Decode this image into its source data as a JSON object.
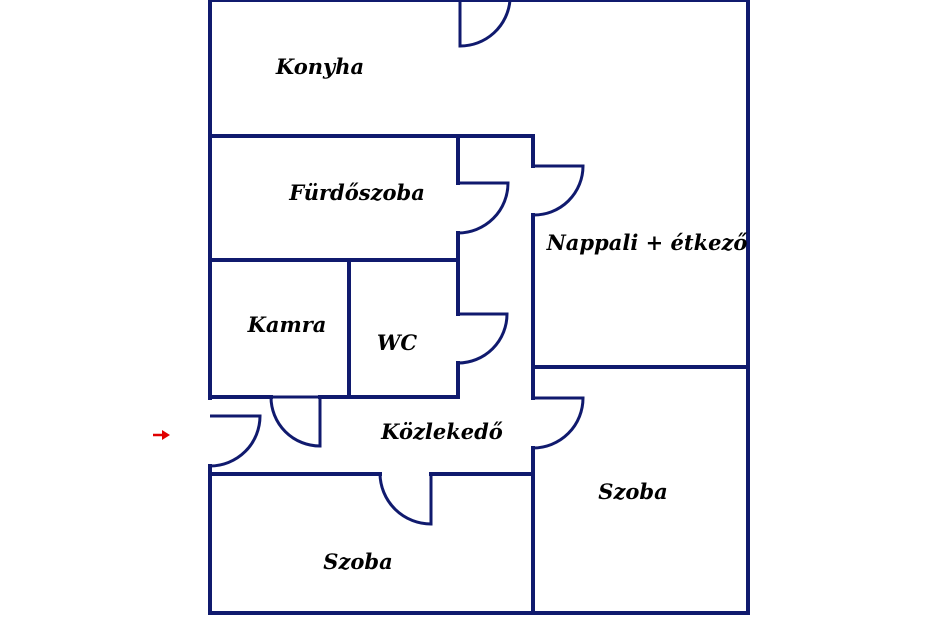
{
  "colors": {
    "wall": "#101a6e",
    "background": "#ffffff",
    "entrance_arrow": "#e00000",
    "label": "#000000"
  },
  "rooms": {
    "konyha": "Konyha",
    "furdoszoba": "Fürdőszoba",
    "nappali": "Nappali + étkező",
    "kamra": "Kamra",
    "wc": "WC",
    "kozlekedo": "Közlekedő",
    "szoba_right": "Szoba",
    "szoba_bottom": "Szoba"
  },
  "entrance_icon": "right-arrow-icon"
}
